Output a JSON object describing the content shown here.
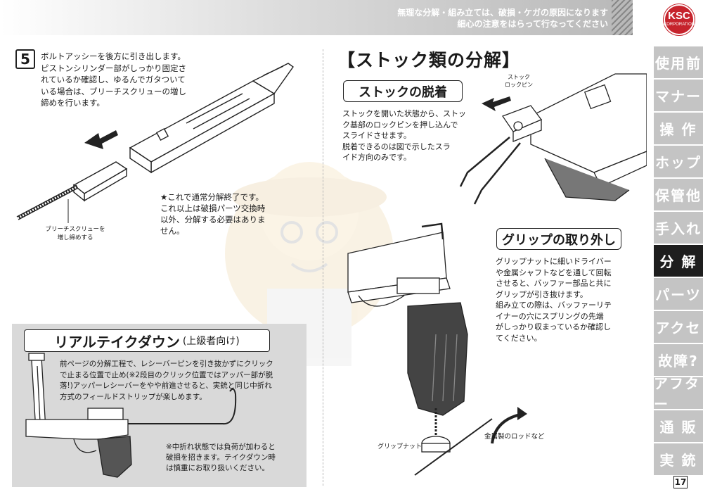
{
  "header": {
    "notice_line1": "無理な分解・組み立ては、破損・ケガの原因になります",
    "notice_line2": "細心の注意をはらって行なってください"
  },
  "logo": {
    "text": "KSC",
    "sub": "CORPORATION",
    "color": "#c6232c"
  },
  "side_tabs": [
    {
      "label": "使用前",
      "active": false
    },
    {
      "label": "マナー",
      "active": false
    },
    {
      "label": "操 作",
      "active": false
    },
    {
      "label": "ホップ",
      "active": false
    },
    {
      "label": "保管他",
      "active": false
    },
    {
      "label": "手入れ",
      "active": false
    },
    {
      "label": "分 解",
      "active": true
    },
    {
      "label": "パーツ",
      "active": false
    },
    {
      "label": "アクセ",
      "active": false
    },
    {
      "label": "故障?",
      "active": false
    },
    {
      "label": "アフター",
      "active": false
    },
    {
      "label": "通 販",
      "active": false
    },
    {
      "label": "実 銃",
      "active": false
    }
  ],
  "page_number": "17",
  "step5": {
    "number": "5",
    "lines": [
      "ボルトアッシーを後方に引き出します。",
      "ピストンシリンダー部がしっかり固定さ",
      "れているか確認し、ゆるんでガタついて",
      "いる場合は、ブリーチスクリューの増し",
      "締めを行います。"
    ],
    "caption_line1": "ブリーチスクリューを",
    "caption_line2": "増し締めする",
    "end_lines": [
      "★これで通常分解終了です。",
      "これ以上は破損パーツ交換時",
      "以外、分解する必要はありま",
      "せん。"
    ]
  },
  "real_takedown": {
    "title": "リアルテイクダウン",
    "subtitle": "(上級者向け)",
    "lines": [
      "前ページの分解工程で、レシーバーピンを引き抜かずにクリック",
      "で止まる位置で止め(※2段目のクリック位置ではアッパー部が脱",
      "落!)アッパーレシーバーをやや前進させると、実銃と同じ中折れ",
      "方式のフィールドストリップが楽しめます。"
    ],
    "note_lines": [
      "※中折れ状態では負荷が加わると",
      "破損を招きます。テイクダウン時",
      "は慎重にお取り扱いください。"
    ]
  },
  "stock_section": {
    "title": "【ストック類の分解】",
    "sub_title": "ストックの脱着",
    "pin_label_line1": "ストック",
    "pin_label_line2": "ロックピン",
    "lines": [
      "ストックを開いた状態から、ストッ",
      "ク基部のロックピンを押し込んで",
      "スライドさせます。",
      "脱着できるのは図で示したスラ",
      "イド方向のみです。"
    ]
  },
  "grip_section": {
    "sub_title": "グリップの取り外し",
    "lines": [
      "グリップナットに細いドライバー",
      "や金属シャフトなどを通して回転",
      "させると、バッファー部品と共に",
      "グリップが引き抜けます。",
      "組み立ての際は、バッファーリテ",
      "イナーの穴にスプリングの先端",
      "がしっかり収まっているか確認し",
      "てください。"
    ],
    "grip_nut_label": "グリップナット",
    "metal_rod_label": "金属製のロッドなど"
  }
}
